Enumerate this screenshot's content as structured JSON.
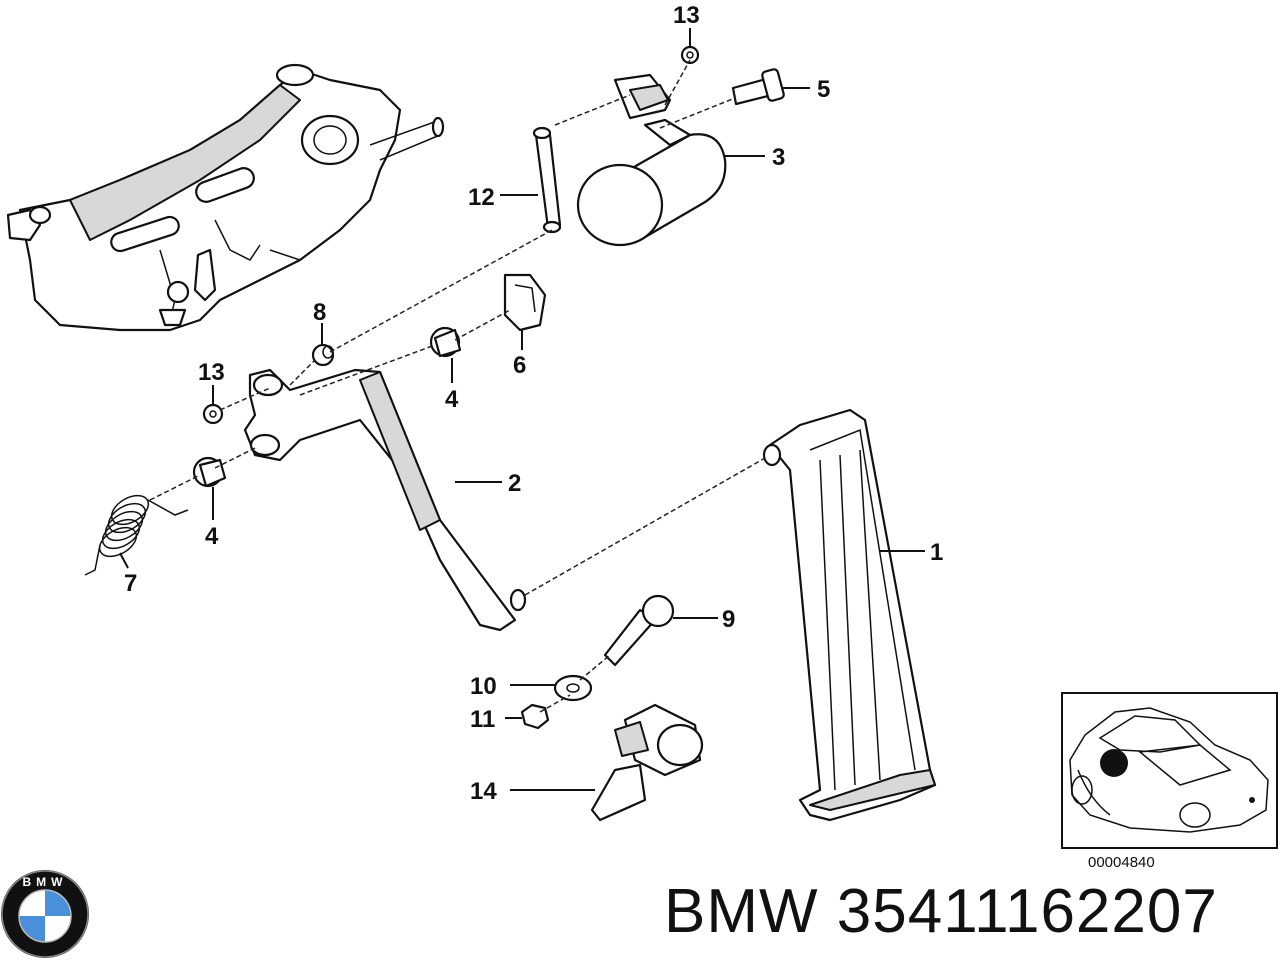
{
  "callouts": [
    {
      "id": "c1",
      "label": "1"
    },
    {
      "id": "c2",
      "label": "2"
    },
    {
      "id": "c3",
      "label": "3"
    },
    {
      "id": "c4a",
      "label": "4"
    },
    {
      "id": "c4b",
      "label": "4"
    },
    {
      "id": "c5",
      "label": "5"
    },
    {
      "id": "c6",
      "label": "6"
    },
    {
      "id": "c7",
      "label": "7"
    },
    {
      "id": "c8",
      "label": "8"
    },
    {
      "id": "c9",
      "label": "9"
    },
    {
      "id": "c10",
      "label": "10"
    },
    {
      "id": "c11",
      "label": "11"
    },
    {
      "id": "c12",
      "label": "12"
    },
    {
      "id": "c13a",
      "label": "13"
    },
    {
      "id": "c13b",
      "label": "13"
    },
    {
      "id": "c14",
      "label": "14"
    }
  ],
  "inset": {
    "reference_number": "00004840"
  },
  "footer": {
    "brand": "BMW",
    "part_number": "35411162207"
  },
  "logo": {
    "text": "BMW"
  }
}
